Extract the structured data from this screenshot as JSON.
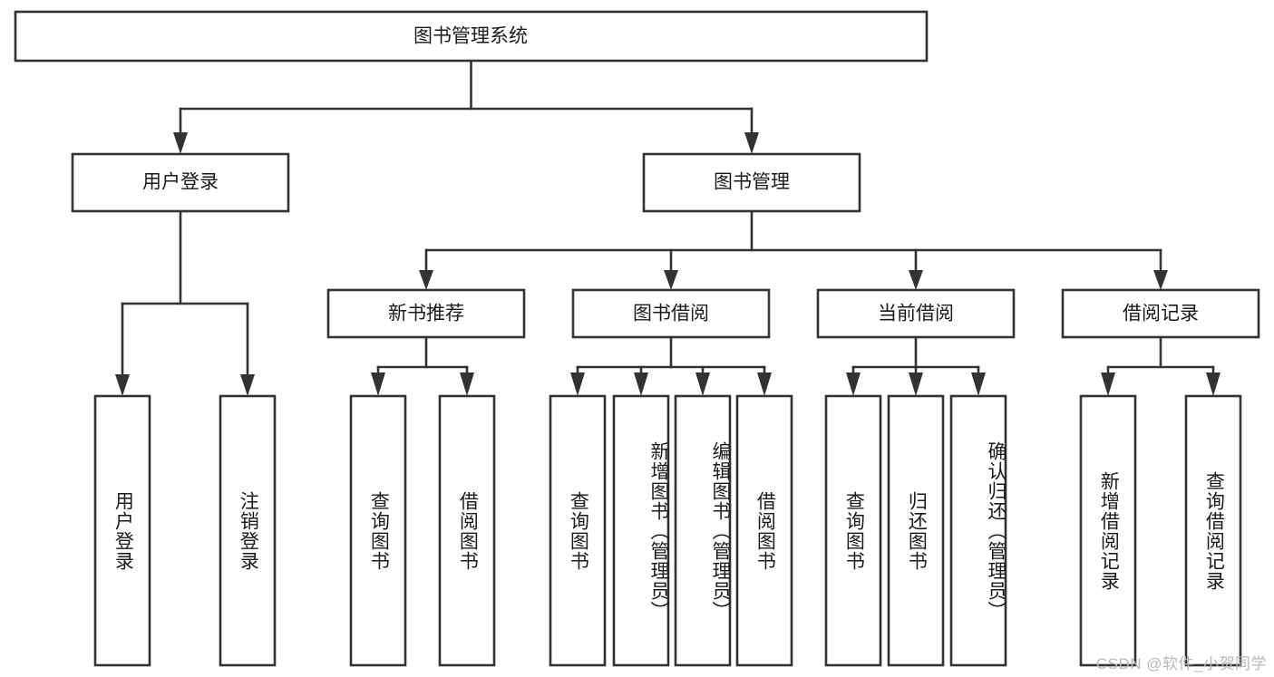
{
  "diagram": {
    "type": "tree-hierarchy",
    "title": "图书管理系统",
    "watermark": "CSDN @软件_小贺同学",
    "colors": {
      "stroke": "#333333",
      "fill": "#ffffff",
      "text": "#1a1a1a",
      "watermark": "#b9b9b9",
      "background": "#ffffff"
    },
    "levels": {
      "root": {
        "label": "图书管理系统",
        "orientation": "horizontal"
      },
      "level2": [
        {
          "label": "用户登录",
          "orientation": "horizontal"
        },
        {
          "label": "图书管理",
          "orientation": "horizontal"
        }
      ],
      "level3": [
        {
          "label": "新书推荐",
          "orientation": "horizontal",
          "parent": "图书管理"
        },
        {
          "label": "图书借阅",
          "orientation": "horizontal",
          "parent": "图书管理"
        },
        {
          "label": "当前借阅",
          "orientation": "horizontal",
          "parent": "图书管理"
        },
        {
          "label": "借阅记录",
          "orientation": "horizontal",
          "parent": "图书管理"
        }
      ],
      "leaves": [
        {
          "label": "用户登录",
          "orientation": "vertical",
          "parent": "用户登录"
        },
        {
          "label": "注销登录",
          "orientation": "vertical",
          "parent": "用户登录"
        },
        {
          "label": "查询图书",
          "orientation": "vertical",
          "parent": "新书推荐"
        },
        {
          "label": "借阅图书",
          "orientation": "vertical",
          "parent": "新书推荐"
        },
        {
          "label": "查询图书",
          "orientation": "vertical",
          "parent": "图书借阅"
        },
        {
          "label": "新增图书（管理员）",
          "orientation": "vertical",
          "parent": "图书借阅"
        },
        {
          "label": "编辑图书（管理员）",
          "orientation": "vertical",
          "parent": "图书借阅"
        },
        {
          "label": "借阅图书",
          "orientation": "vertical",
          "parent": "图书借阅"
        },
        {
          "label": "查询图书",
          "orientation": "vertical",
          "parent": "当前借阅"
        },
        {
          "label": "归还图书",
          "orientation": "vertical",
          "parent": "当前借阅"
        },
        {
          "label": "确认归还（管理员）",
          "orientation": "vertical",
          "parent": "当前借阅"
        },
        {
          "label": "新增借阅记录",
          "orientation": "vertical",
          "parent": "借阅记录"
        },
        {
          "label": "查询借阅记录",
          "orientation": "vertical",
          "parent": "借阅记录"
        }
      ]
    }
  }
}
